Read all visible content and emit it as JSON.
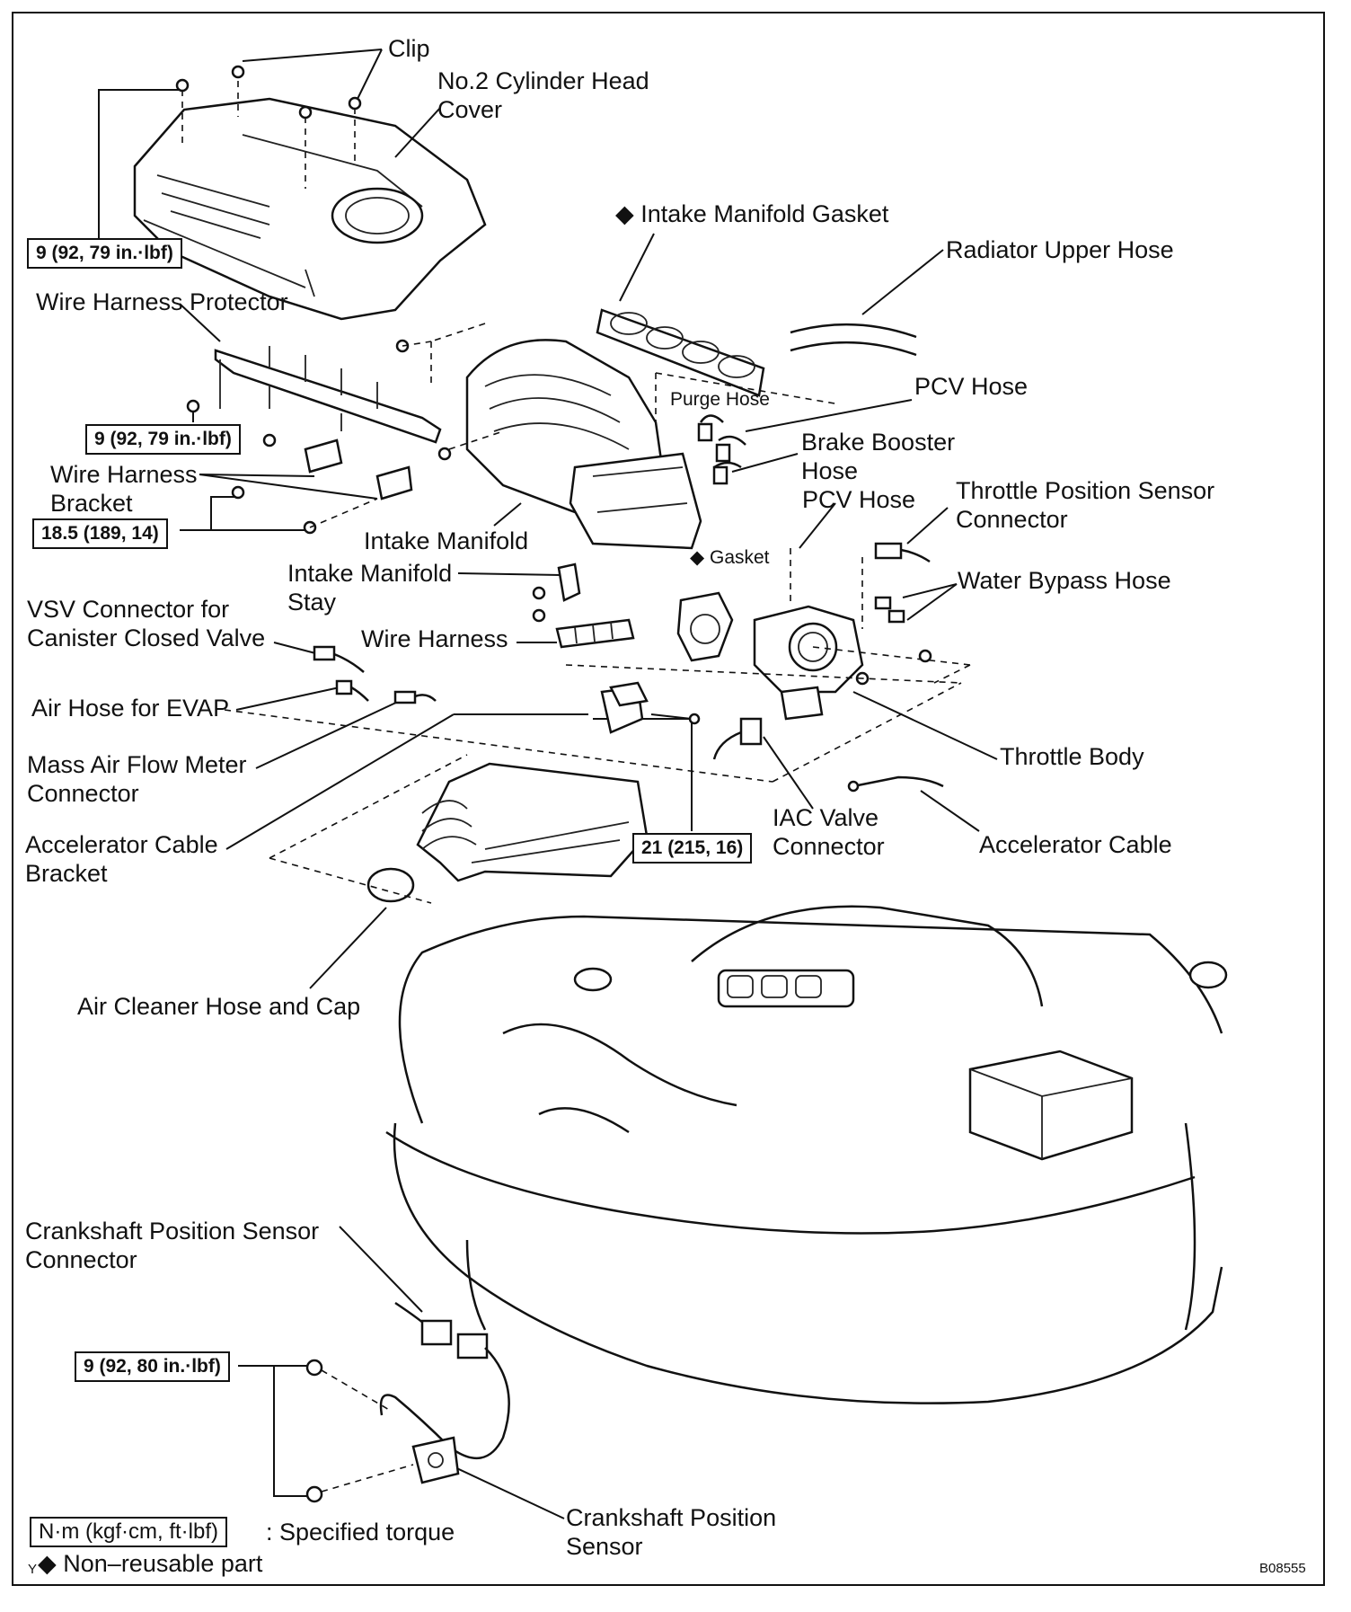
{
  "labels": {
    "clip": "Clip",
    "no2_cover": "No.2 Cylinder Head\nCover",
    "intake_gasket": "◆ Intake Manifold Gasket",
    "radiator_hose": "Radiator Upper Hose",
    "wire_protector": "Wire Harness Protector",
    "purge_hose": "Purge Hose",
    "pcv_hose_1": "PCV Hose",
    "brake_booster": "Brake Booster\nHose",
    "pcv_hose_2": "PCV Hose",
    "tps_connector": "Throttle Position Sensor\nConnector",
    "wire_bracket": "Wire Harness\nBracket",
    "intake_manifold": "Intake Manifold",
    "gasket": "◆ Gasket",
    "manifold_stay": "Intake Manifold\nStay",
    "water_bypass": "Water Bypass Hose",
    "vsv_connector": "VSV Connector for\nCanister Closed Valve",
    "wire_harness": "Wire Harness",
    "air_hose_evap": "Air Hose for EVAP",
    "throttle_body": "Throttle Body",
    "maf_connector": "Mass Air Flow Meter\nConnector",
    "iac_connector": "IAC Valve\nConnector",
    "accel_bracket": "Accelerator Cable\nBracket",
    "accel_cable": "Accelerator Cable",
    "air_cleaner": "Air Cleaner Hose and Cap",
    "crank_connector": "Crankshaft Position Sensor\nConnector",
    "crank_sensor": "Crankshaft Position\nSensor"
  },
  "torque_specs": {
    "cover": "9 (92, 79 in.·lbf)",
    "protector": "9 (92, 79 in.·lbf)",
    "bracket": "18.5 (189, 14)",
    "cable_bracket": "21 (215, 16)",
    "crank": "9 (92, 80 in.·lbf)"
  },
  "legend": {
    "torque_unit": "N·m (kgf·cm, ft·lbf)",
    "torque_text": ": Specified torque",
    "nonreusable": "◆ Non–reusable part",
    "corner_mark": "Y"
  },
  "figure_code": "B08555"
}
